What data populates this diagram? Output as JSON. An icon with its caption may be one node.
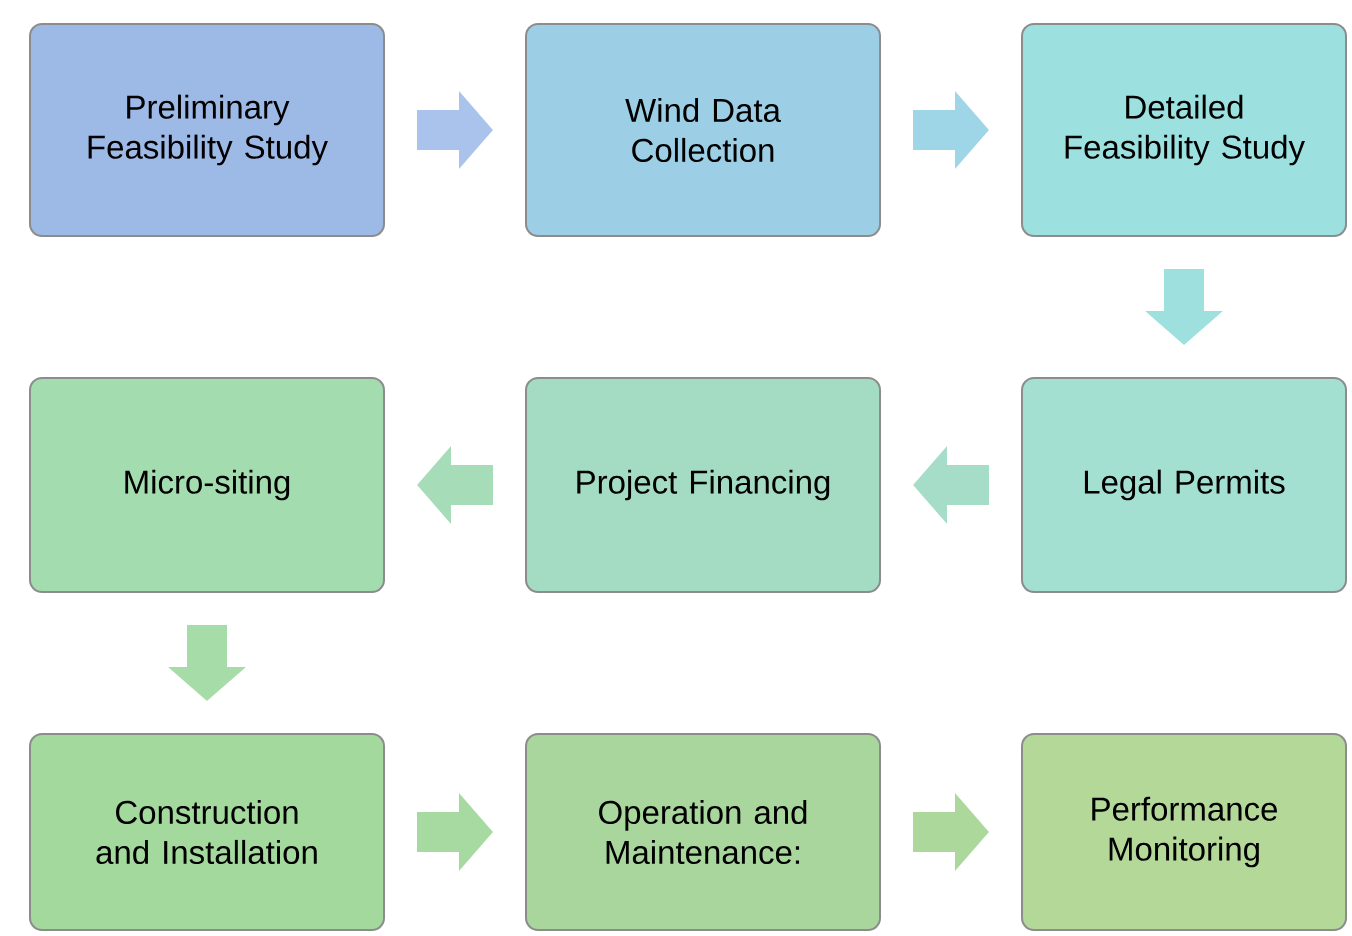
{
  "diagram": {
    "nodes": [
      {
        "text": [
          "Preliminary Feasibility Study"
        ]
      },
      {
        "text": [
          "Wind Data Collection"
        ]
      },
      {
        "text": [
          "Detailed Feasibility Study"
        ]
      },
      {
        "text": [
          "Micro-siting"
        ]
      },
      {
        "text": [
          "Project Financing"
        ]
      },
      {
        "text": [
          "Legal Permits"
        ]
      },
      {
        "text": [
          "Construction and Installation"
        ]
      },
      {
        "text": [
          "Operation and Maintenance:"
        ]
      },
      {
        "text": [
          "Performance Monitoring"
        ]
      }
    ],
    "edges": [
      {
        "from": 0,
        "to": 1,
        "arrow": "to"
      },
      {
        "from": 1,
        "to": 2,
        "arrow": "to"
      },
      {
        "from": 2,
        "to": 5,
        "arrow": "to"
      },
      {
        "from": 5,
        "to": 4,
        "arrow": "to"
      },
      {
        "from": 4,
        "to": 3,
        "arrow": "to"
      },
      {
        "from": 3,
        "to": 6,
        "arrow": "to"
      },
      {
        "from": 6,
        "to": 7,
        "arrow": "to"
      },
      {
        "from": 7,
        "to": 8,
        "arrow": "to"
      }
    ]
  }
}
